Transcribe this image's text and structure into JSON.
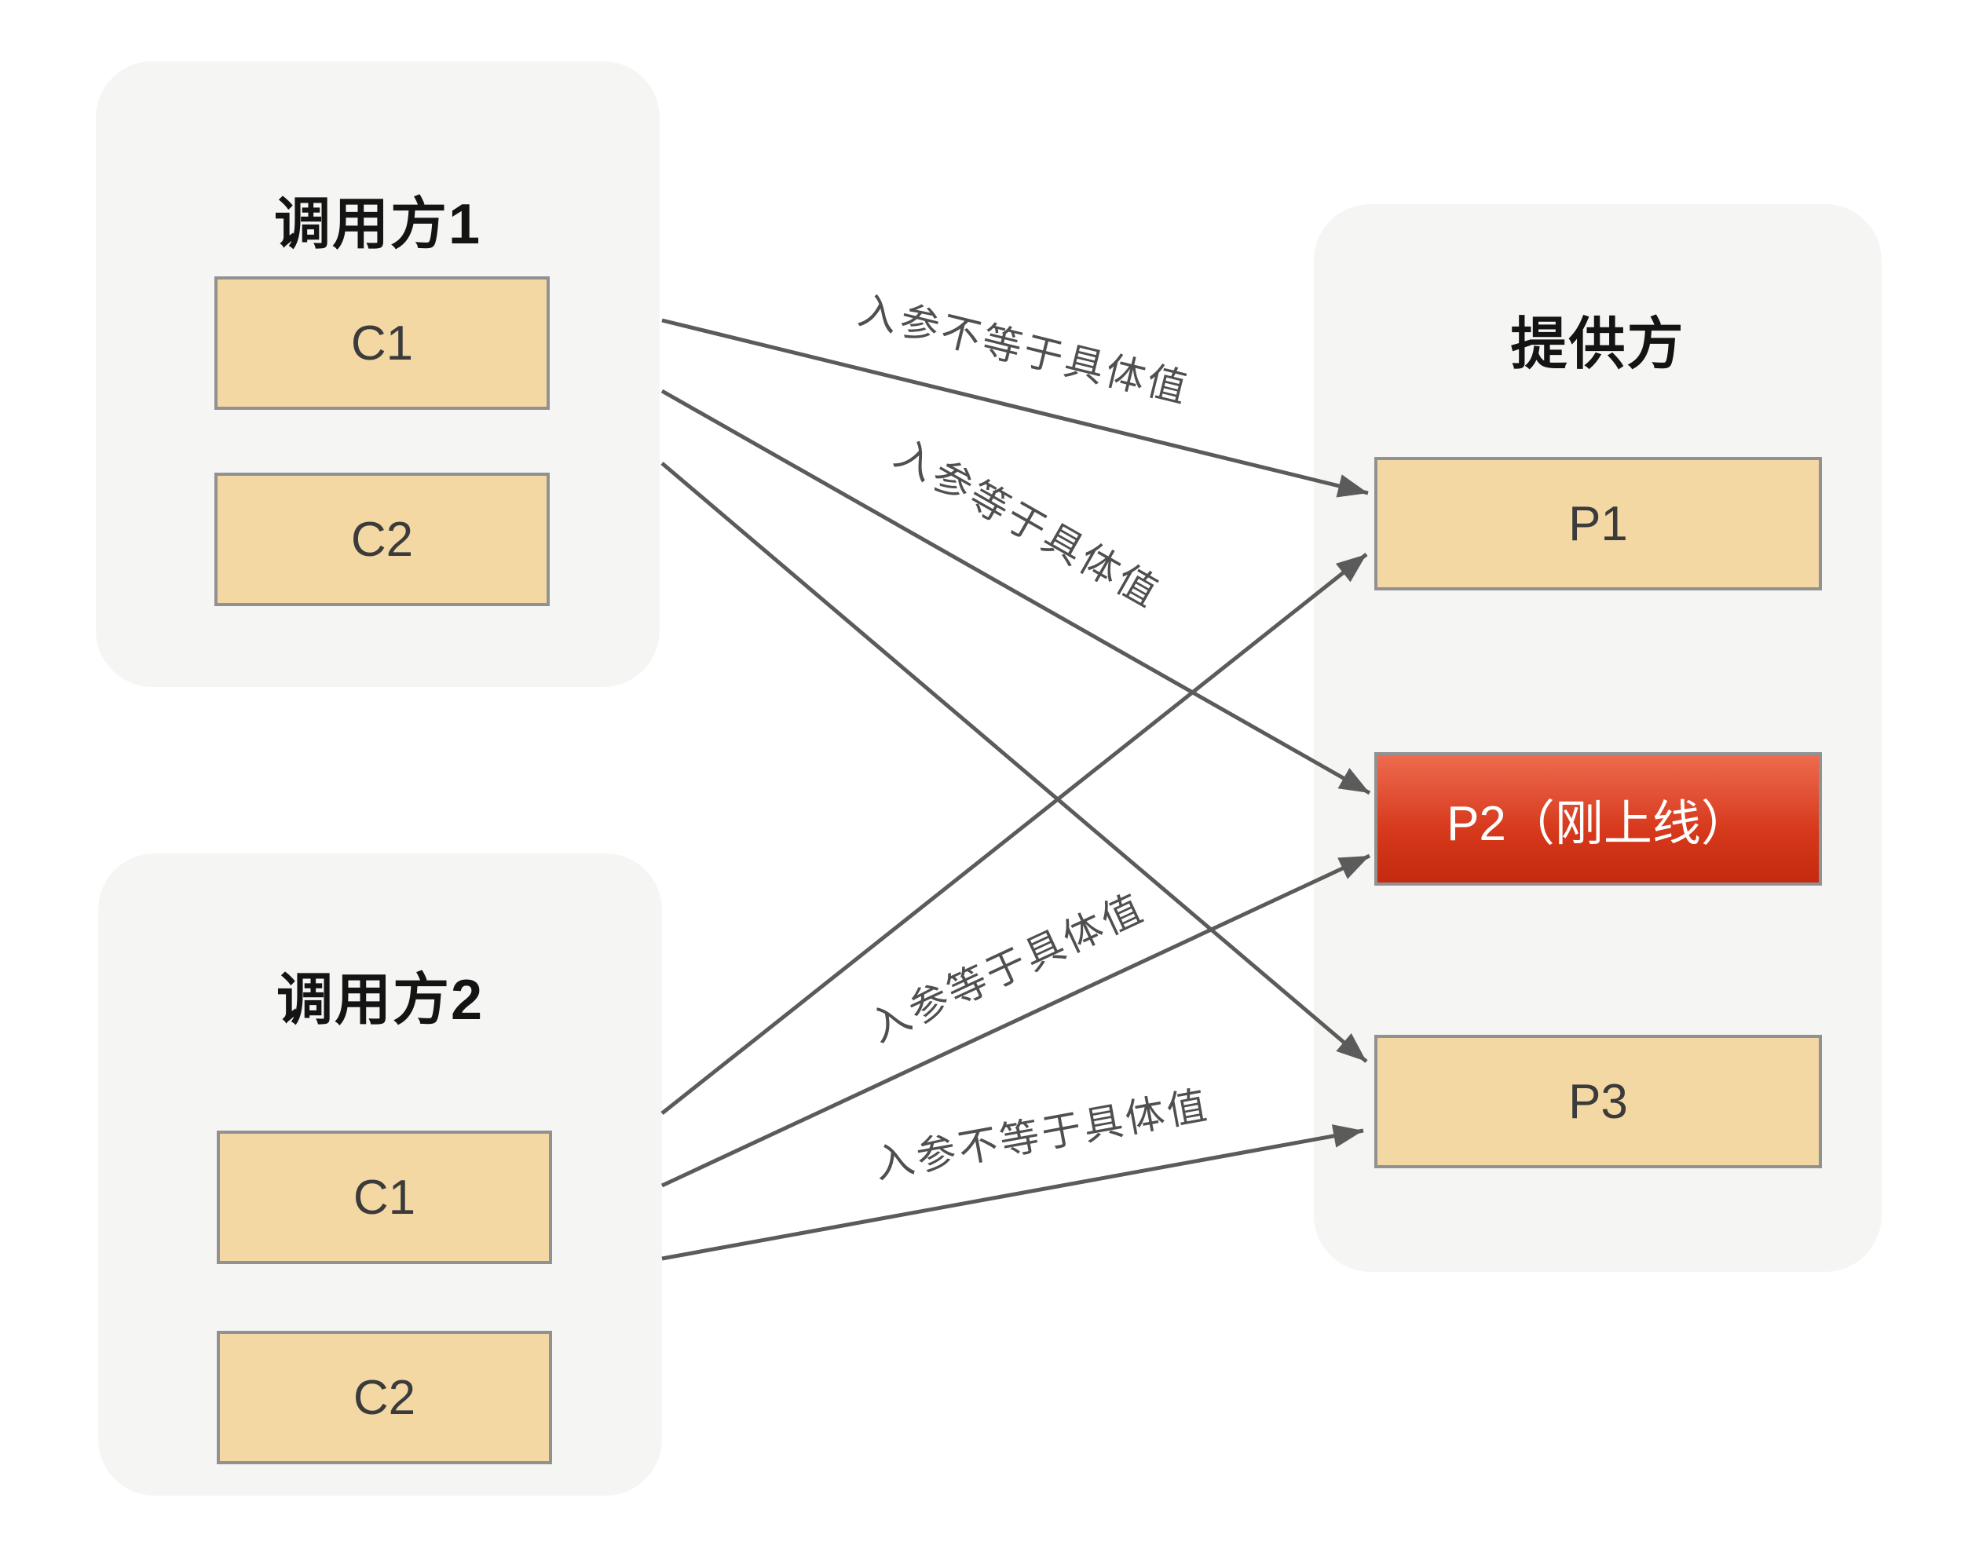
{
  "page": {
    "background": "#ffffff"
  },
  "colors": {
    "panel_bg": "#f5f5f3",
    "node_fill": "#f3d8a3",
    "node_border": "#919191",
    "node_text": "#3b3b3b",
    "highlight_node_top": "#ee6b4e",
    "highlight_node_bottom": "#c42a0e",
    "highlight_node_text": "#ffffff",
    "edge_color": "#5b5b5b",
    "edge_label_color": "#4f4f4f",
    "title_color": "#141414"
  },
  "callers": [
    {
      "title": "调用方1",
      "nodes": [
        {
          "label": "C1"
        },
        {
          "label": "C2"
        }
      ]
    },
    {
      "title": "调用方2",
      "nodes": [
        {
          "label": "C1"
        },
        {
          "label": "C2"
        }
      ]
    }
  ],
  "provider": {
    "title": "提供方",
    "nodes": [
      {
        "label": "P1",
        "highlight": false
      },
      {
        "label": "P2（刚上线）",
        "highlight": true
      },
      {
        "label": "P3",
        "highlight": false
      }
    ]
  },
  "edges": [
    {
      "from": "调用方1",
      "to": "P1",
      "label": "入参不等于具体值"
    },
    {
      "from": "调用方1",
      "to": "P2（刚上线）",
      "label": "入参等于具体值"
    },
    {
      "from": "调用方1",
      "to": "P3",
      "label": ""
    },
    {
      "from": "调用方2",
      "to": "P1",
      "label": ""
    },
    {
      "from": "调用方2",
      "to": "P2（刚上线）",
      "label": "入参等于具体值"
    },
    {
      "from": "调用方2",
      "to": "P3",
      "label": "入参不等于具体值"
    }
  ]
}
